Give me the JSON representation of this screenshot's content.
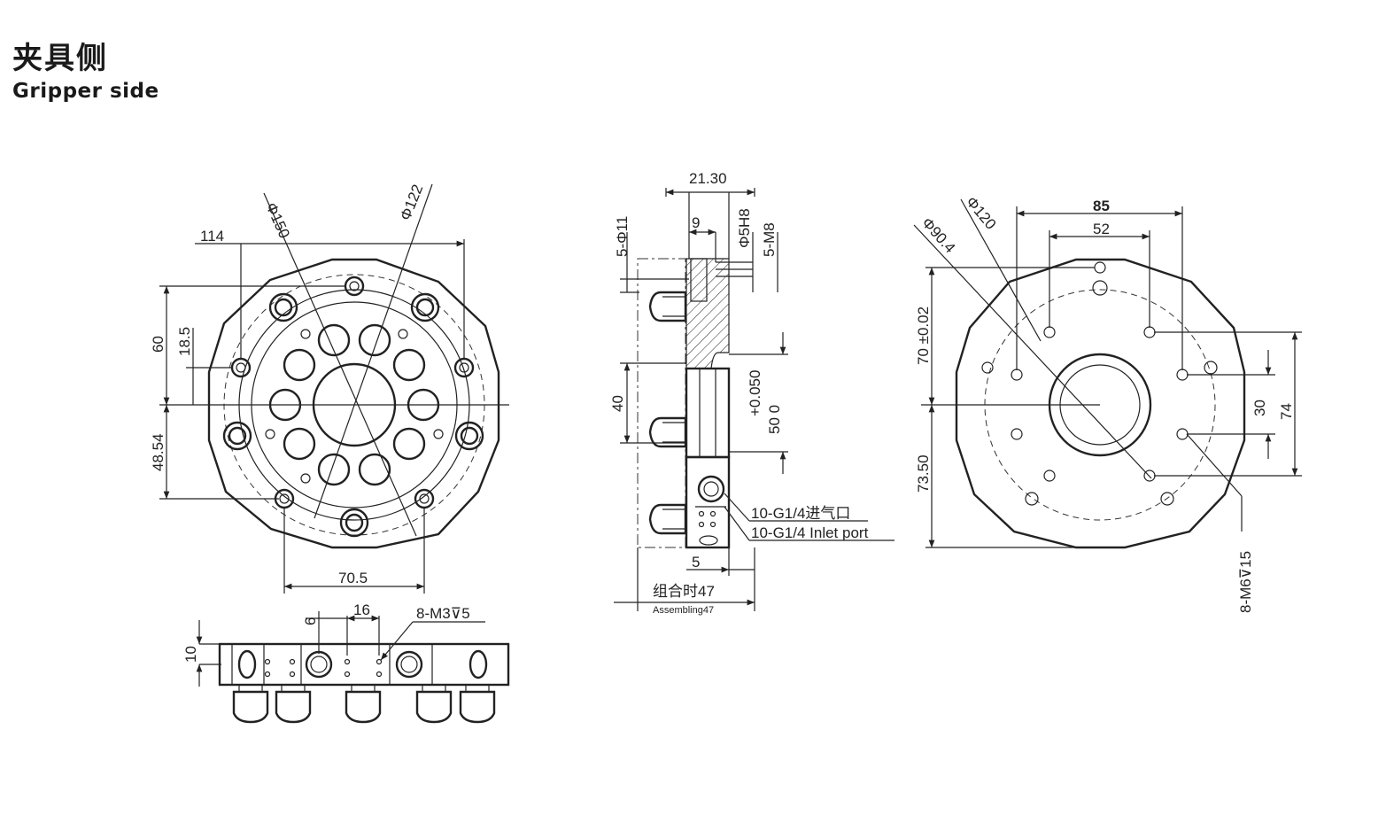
{
  "header": {
    "title_cn": "夹具侧",
    "title_en": "Gripper side"
  },
  "front_view": {
    "dim_114": "114",
    "dim_phi150": "Φ150",
    "dim_phi122": "Φ122",
    "dim_60": "60",
    "dim_18_5": "18.5",
    "dim_48_54": "48.54",
    "dim_70_5": "70.5"
  },
  "bottom_view": {
    "dim_6": "6",
    "dim_16": "16",
    "dim_thread": "8-M3",
    "dim_thread_depth": "5",
    "dim_10": "10"
  },
  "side_view": {
    "dim_21_30": "21.30",
    "dim_9": "9",
    "dim_5_phi11": "5-Φ11",
    "dim_phi5h8": "Φ5H8",
    "dim_5_m8": "5-M8",
    "dim_40": "40",
    "dim_tol_upper": "+0.050",
    "dim_tol_base": "50 0",
    "inlet_cn": "10-G1/4进气口",
    "inlet_en": "10-G1/4 Inlet port",
    "dim_5": "5",
    "assembling_cn": "组合时47",
    "assembling_en": "Assembling47"
  },
  "rear_view": {
    "dim_85": "85",
    "dim_52": "52",
    "dim_phi120": "Φ120",
    "dim_phi90_4": "Φ90.4",
    "dim_70": "70 ±0.02",
    "dim_73_50": "73.50",
    "dim_30": "30",
    "dim_74": "74",
    "dim_8_m6": "8-M6",
    "dim_8_m6_depth": "15"
  }
}
